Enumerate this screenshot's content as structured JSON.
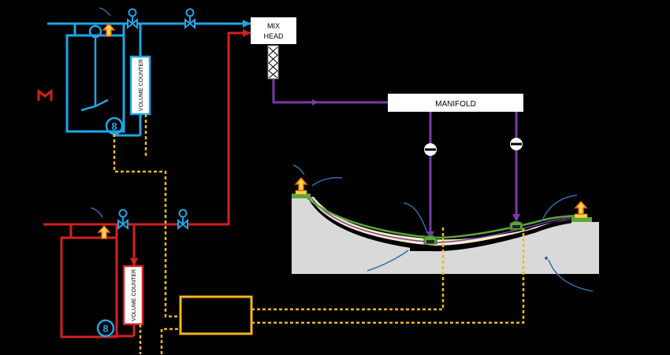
{
  "labels": {
    "mix_head_line1": "MIX",
    "mix_head_line2": "HEAD",
    "manifold": "MANIFOLD",
    "volume_counter_top": "VOLUME COUNTER",
    "volume_counter_bottom": "VOLUME COUNTER"
  },
  "colors": {
    "blue_line": "#1ea6e6",
    "red_line": "#d42020",
    "purple_line": "#7a3aa6",
    "yellow_dotted": "#f2b81e",
    "controller_box": "#f2b81e",
    "mold_fill": "#d9d9d9",
    "vacuum_bag": "#5aa63c",
    "laminate": "#f3ecc6",
    "arrow_fill": "#ffd54a",
    "arrow_outline": "#e0601e",
    "leader_line": "#2f6ea6",
    "heater_symbol": "#d42020"
  },
  "icons": {
    "valve": "bowtie-valve-icon",
    "check_valve": "check-valve-icon",
    "pump": "gear-pump-icon",
    "mixer": "stirrer-icon",
    "static_mixer": "static-mixer-icon",
    "vent": "vent-arrow-icon",
    "heater": "heater-icon"
  }
}
